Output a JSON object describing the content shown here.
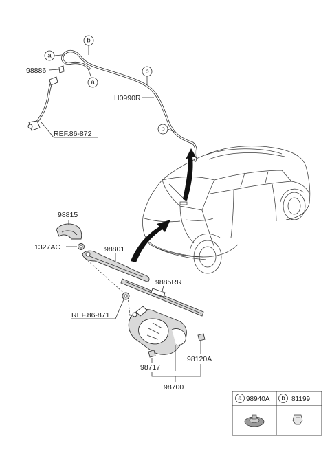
{
  "labels": {
    "p98886": "98886",
    "h0990r": "H0990R",
    "ref86872": "REF.86-872",
    "p98815": "98815",
    "p1327ac": "1327AC",
    "p98801": "98801",
    "p9885rr": "9885RR",
    "ref86871": "REF.86-871",
    "p98717": "98717",
    "p98120a": "98120A",
    "p98700": "98700"
  },
  "callouts": {
    "a": "a",
    "b": "b"
  },
  "legend": {
    "a_letter": "a",
    "a_part": "98940A",
    "b_letter": "b",
    "b_part": "81199"
  },
  "icons": [
    "washer-hose-icon",
    "connector-icon",
    "rear-car-icon",
    "wiper-arm-icon",
    "wiper-blade-icon",
    "wiper-motor-icon",
    "arm-cover-icon",
    "nut-icon",
    "grommet-icon",
    "clip-icon",
    "direction-arrow-icon"
  ]
}
